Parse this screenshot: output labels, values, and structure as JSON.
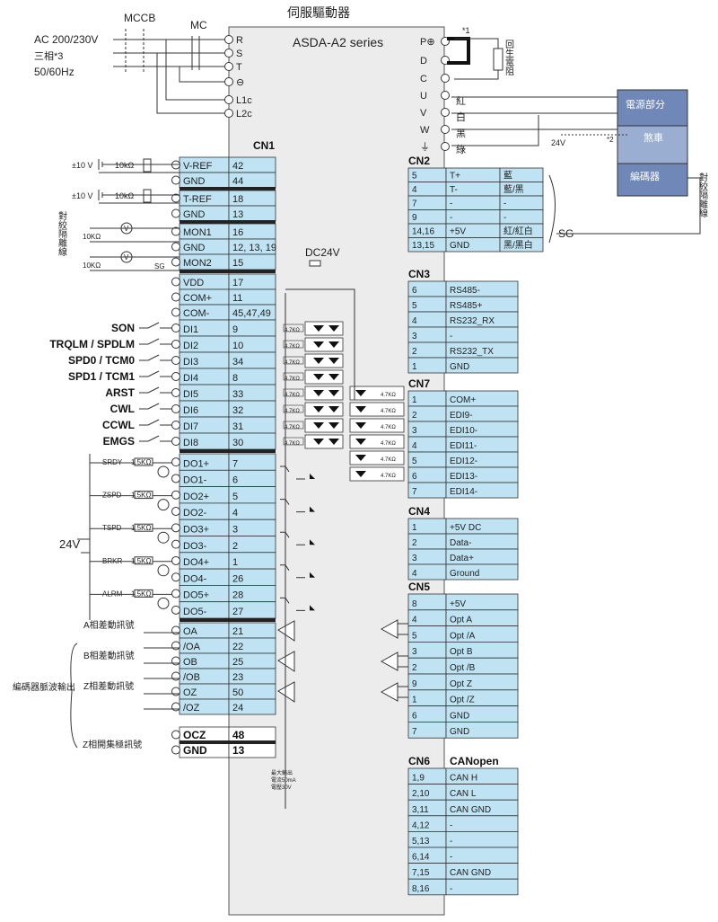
{
  "title": "伺服驅動器",
  "series": "ASDA-A2 series",
  "power": {
    "line1": "AC 200/230V",
    "line2": "三相*3",
    "line3": "50/60Hz",
    "mccb": "MCCB",
    "mc": "MC",
    "terminals": [
      "R",
      "S",
      "T",
      "⊖",
      "L1c",
      "L2c"
    ]
  },
  "right_terminals": [
    "P⊕",
    "D",
    "C",
    "U",
    "V",
    "W",
    "⏚"
  ],
  "regen": {
    "note": "*1",
    "label": "回生電阻"
  },
  "motor_wires": [
    "紅",
    "白",
    "黑",
    "綠"
  ],
  "motor": {
    "power": "電源部分",
    "brake": "煞車",
    "encoder": "編碼器",
    "v24": "24V",
    "note2": "*2"
  },
  "twisted_shield": "對絞隔離線",
  "sg": "SG",
  "dc24v": "DC24V",
  "v24": "24V",
  "cn1": {
    "title": "CN1",
    "analog_rows": [
      {
        "label": "V-REF",
        "pin": "42"
      },
      {
        "label": "GND",
        "pin": "44"
      },
      {
        "label": "T-REF",
        "pin": "18"
      },
      {
        "label": "GND",
        "pin": "13"
      },
      {
        "label": "MON1",
        "pin": "16"
      },
      {
        "label": "GND",
        "pin": "12, 13, 19"
      },
      {
        "label": "MON2",
        "pin": "15"
      }
    ],
    "power_rows": [
      {
        "label": "VDD",
        "pin": "17"
      },
      {
        "label": "COM+",
        "pin": "11"
      },
      {
        "label": "COM-",
        "pin": "45,47,49"
      }
    ],
    "di_rows": [
      {
        "signal": "SON",
        "label": "DI1",
        "pin": "9"
      },
      {
        "signal": "TRQLM / SPDLM",
        "label": "DI2",
        "pin": "10"
      },
      {
        "signal": "SPD0 / TCM0",
        "label": "DI3",
        "pin": "34"
      },
      {
        "signal": "SPD1 / TCM1",
        "label": "DI4",
        "pin": "8"
      },
      {
        "signal": "ARST",
        "label": "DI5",
        "pin": "33"
      },
      {
        "signal": "CWL",
        "label": "DI6",
        "pin": "32"
      },
      {
        "signal": "CCWL",
        "label": "DI7",
        "pin": "31"
      },
      {
        "signal": "EMGS",
        "label": "DI8",
        "pin": "30"
      }
    ],
    "do_rows": [
      {
        "label": "DO1+",
        "pin": "7"
      },
      {
        "label": "DO1-",
        "pin": "6"
      },
      {
        "label": "DO2+",
        "pin": "5"
      },
      {
        "label": "DO2-",
        "pin": "4"
      },
      {
        "label": "DO3+",
        "pin": "3"
      },
      {
        "label": "DO3-",
        "pin": "2"
      },
      {
        "label": "DO4+",
        "pin": "1"
      },
      {
        "label": "DO4-",
        "pin": "26"
      },
      {
        "label": "DO5+",
        "pin": "28"
      },
      {
        "label": "DO5-",
        "pin": "27"
      }
    ],
    "do_loads": [
      "SRDY",
      "ZSPD",
      "TSPD",
      "BRKR",
      "ALRM"
    ],
    "enc_rows": [
      {
        "label": "OA",
        "pin": "21"
      },
      {
        "label": "/OA",
        "pin": "22"
      },
      {
        "label": "OB",
        "pin": "25"
      },
      {
        "label": "/OB",
        "pin": "23"
      },
      {
        "label": "OZ",
        "pin": "50"
      },
      {
        "label": "/OZ",
        "pin": "24"
      }
    ],
    "ocz_rows": [
      {
        "label": "OCZ",
        "pin": "48"
      },
      {
        "label": "GND",
        "pin": "13"
      }
    ]
  },
  "analog_inputs": {
    "v": "±10 V",
    "r": "10kΩ"
  },
  "mon_r": "10KΩ",
  "do_r": "1.5KΩ",
  "di_r": "4.7KΩ",
  "enc_labels": [
    "A相差動訊號",
    "B相差動訊號",
    "Z相差動訊號"
  ],
  "enc_group": "編碼器脈波輸出",
  "ocz_label": "Z相開集極訊號",
  "ocz_note": [
    "最大輸出",
    "電流50mA",
    "電壓30V"
  ],
  "cn2": {
    "title": "CN2",
    "rows": [
      {
        "pin": "5",
        "sig": "T+",
        "color": "藍"
      },
      {
        "pin": "4",
        "sig": "T-",
        "color": "藍/黑"
      },
      {
        "pin": "7",
        "sig": "-",
        "color": "-"
      },
      {
        "pin": "9",
        "sig": "-",
        "color": "-"
      },
      {
        "pin": "14,16",
        "sig": "+5V",
        "color": "紅/紅白"
      },
      {
        "pin": "13,15",
        "sig": "GND",
        "color": "黑/黑白"
      }
    ]
  },
  "cn3": {
    "title": "CN3",
    "rows": [
      {
        "pin": "6",
        "sig": "RS485-"
      },
      {
        "pin": "5",
        "sig": "RS485+"
      },
      {
        "pin": "4",
        "sig": "RS232_RX"
      },
      {
        "pin": "3",
        "sig": "-"
      },
      {
        "pin": "2",
        "sig": "RS232_TX"
      },
      {
        "pin": "1",
        "sig": "GND"
      }
    ]
  },
  "cn7": {
    "title": "CN7",
    "rows": [
      {
        "pin": "1",
        "sig": "COM+"
      },
      {
        "pin": "2",
        "sig": "EDI9-"
      },
      {
        "pin": "3",
        "sig": "EDI10-"
      },
      {
        "pin": "4",
        "sig": "EDI11-"
      },
      {
        "pin": "5",
        "sig": "EDI12-"
      },
      {
        "pin": "6",
        "sig": "EDI13-"
      },
      {
        "pin": "7",
        "sig": "EDI14-"
      }
    ]
  },
  "cn4": {
    "title": "CN4",
    "rows": [
      {
        "pin": "1",
        "sig": "+5V DC"
      },
      {
        "pin": "2",
        "sig": "Data-"
      },
      {
        "pin": "3",
        "sig": "Data+"
      },
      {
        "pin": "4",
        "sig": "Ground"
      }
    ]
  },
  "cn5": {
    "title": "CN5",
    "rows": [
      {
        "pin": "8",
        "sig": "+5V"
      },
      {
        "pin": "4",
        "sig": "Opt A"
      },
      {
        "pin": "5",
        "sig": "Opt /A"
      },
      {
        "pin": "3",
        "sig": "Opt B"
      },
      {
        "pin": "2",
        "sig": "Opt /B"
      },
      {
        "pin": "9",
        "sig": "Opt Z"
      },
      {
        "pin": "1",
        "sig": "Opt /Z"
      },
      {
        "pin": "6",
        "sig": "GND"
      },
      {
        "pin": "7",
        "sig": "GND"
      }
    ]
  },
  "cn6": {
    "title": "CN6",
    "subtitle": "CANopen",
    "rows": [
      {
        "pin": "1,9",
        "sig": "CAN H"
      },
      {
        "pin": "2,10",
        "sig": "CAN L"
      },
      {
        "pin": "3,11",
        "sig": "CAN GND"
      },
      {
        "pin": "4,12",
        "sig": "-"
      },
      {
        "pin": "5,13",
        "sig": "-"
      },
      {
        "pin": "6,14",
        "sig": "-"
      },
      {
        "pin": "7,15",
        "sig": "CAN GND"
      },
      {
        "pin": "8,16",
        "sig": "-"
      }
    ]
  }
}
